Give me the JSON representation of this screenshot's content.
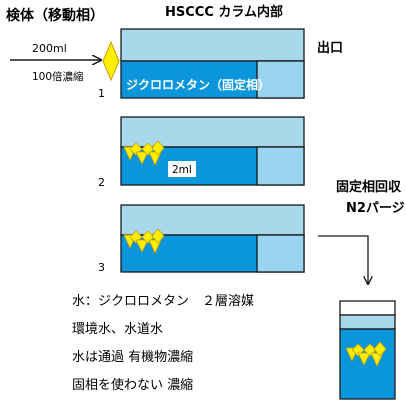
{
  "labels": {
    "sample_title": "検体（移動相）",
    "sample_volume": "200ml",
    "concentration": "100倍濃縮",
    "column_title": "HSCCC カラム内部",
    "outlet": "出口",
    "stationary_phase": "ジクロロメタン（固定相）",
    "volume_2ml": "2ml",
    "recovery_line1": "固定相回収",
    "recovery_line2": "N2パージ",
    "steps": [
      "1",
      "2",
      "3"
    ]
  },
  "notes": [
    "水：ジクロロメタン　２層溶媒",
    "環境水、水道水",
    "水は通過 有機物濃縮",
    "固相を使わない 濃縮"
  ],
  "colors": {
    "light_phase": "#a8d8ea",
    "dark_phase": "#0b96dc",
    "inner_box": "#99d4f0",
    "border": "#1a1a1a",
    "analyte": "#ffee00",
    "analyte_border": "#c8a000"
  }
}
